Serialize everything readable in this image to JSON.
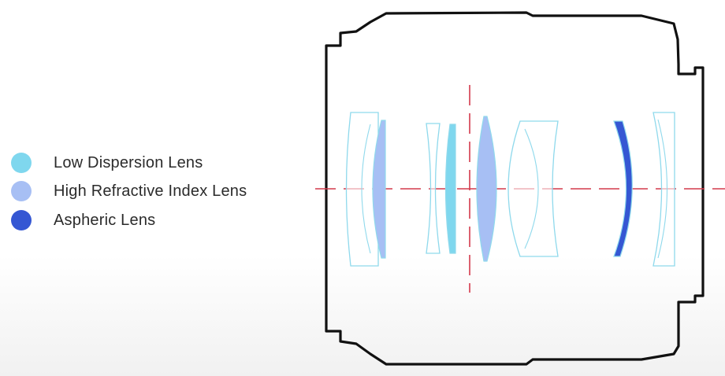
{
  "legend": {
    "items": [
      {
        "label": "Low Dispersion Lens",
        "color": "#7fd7ee"
      },
      {
        "label": "High Refractive Index Lens",
        "color": "#a7bff4"
      },
      {
        "label": "Aspheric Lens",
        "color": "#3557d3"
      }
    ]
  },
  "colors": {
    "housing": "#111111",
    "lens_outline": "#8fd9ec",
    "optical_axis": "#d43a4c",
    "low_dispersion": "#7fd7ee",
    "high_refractive": "#a7bff4",
    "aspheric": "#3557d3"
  }
}
